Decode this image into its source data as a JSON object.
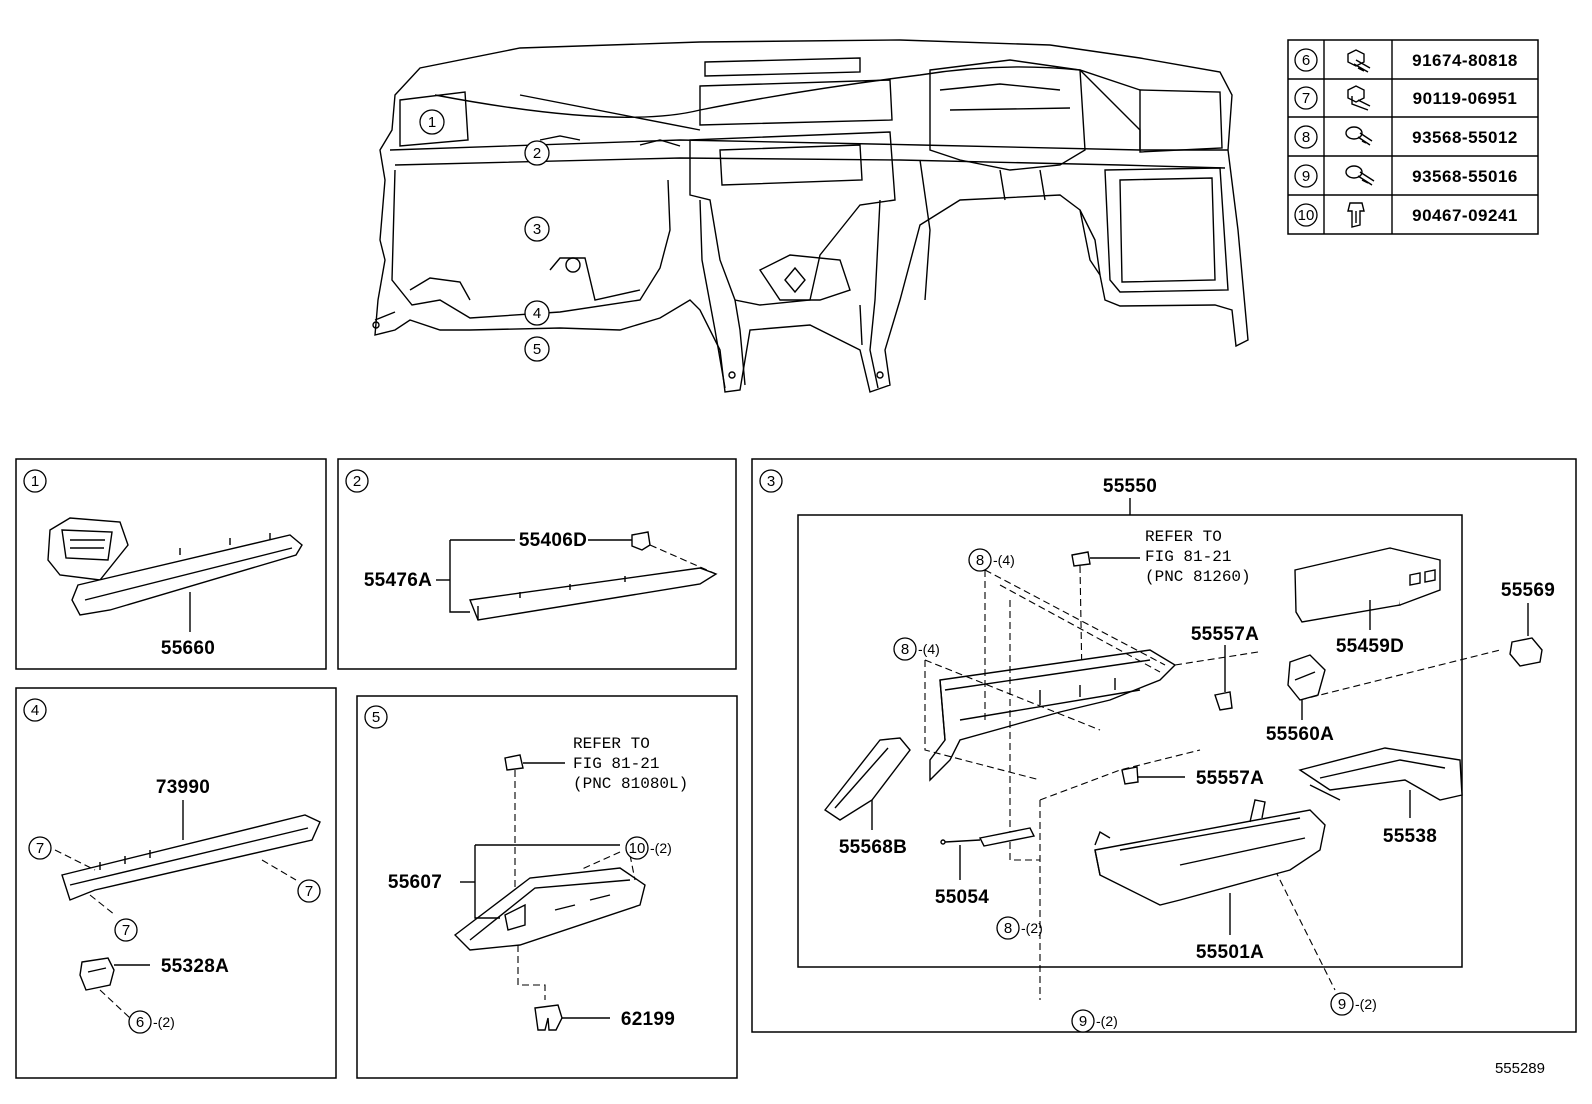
{
  "diagram_id": "555289",
  "overview": {
    "callouts": [
      "1",
      "2",
      "3",
      "4",
      "5"
    ]
  },
  "fastener_table": [
    {
      "ref": "6",
      "part_no": "91674-80818",
      "icon": "flange-bolt-icon"
    },
    {
      "ref": "7",
      "part_no": "90119-06951",
      "icon": "flange-bolt-icon"
    },
    {
      "ref": "8",
      "part_no": "93568-55012",
      "icon": "tapping-screw-icon"
    },
    {
      "ref": "9",
      "part_no": "93568-55016",
      "icon": "tapping-screw-icon"
    },
    {
      "ref": "10",
      "part_no": "90467-09241",
      "icon": "clip-icon"
    }
  ],
  "panels": {
    "p1": {
      "ref": "1",
      "parts": [
        "55660"
      ]
    },
    "p2": {
      "ref": "2",
      "parts": [
        "55406D",
        "55476A"
      ]
    },
    "p3": {
      "ref": "3",
      "parts": [
        "55550",
        "55569",
        "55557A",
        "55459D",
        "55560A",
        "55557A",
        "55538",
        "55568B",
        "55054",
        "55501A"
      ],
      "note": {
        "line1": "REFER TO",
        "line2": "FIG 81-21",
        "line3": "(PNC 81260)"
      },
      "fasteners": [
        {
          "ref": "8",
          "qty": "-(4)"
        },
        {
          "ref": "8",
          "qty": "-(4)"
        },
        {
          "ref": "8",
          "qty": "-(2)"
        },
        {
          "ref": "9",
          "qty": "-(2)"
        },
        {
          "ref": "9",
          "qty": "-(2)"
        }
      ]
    },
    "p4": {
      "ref": "4",
      "parts": [
        "73990",
        "55328A"
      ],
      "fasteners": [
        {
          "ref": "7",
          "qty": ""
        },
        {
          "ref": "7",
          "qty": ""
        },
        {
          "ref": "7",
          "qty": ""
        },
        {
          "ref": "6",
          "qty": "-(2)"
        }
      ]
    },
    "p5": {
      "ref": "5",
      "parts": [
        "55607",
        "62199"
      ],
      "note": {
        "line1": "REFER TO",
        "line2": "FIG 81-21",
        "line3": "(PNC 81080L)"
      },
      "fasteners": [
        {
          "ref": "10",
          "qty": "-(2)"
        }
      ]
    }
  }
}
